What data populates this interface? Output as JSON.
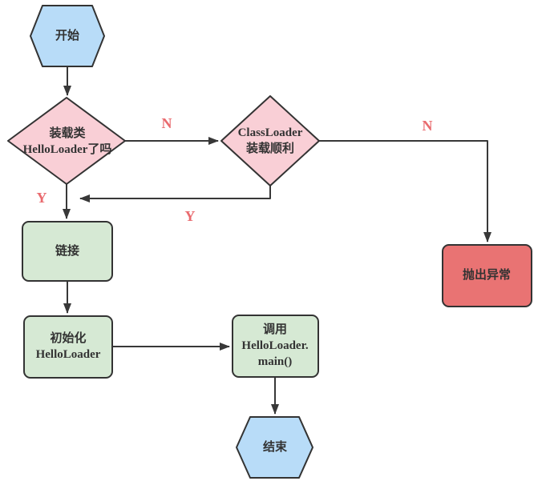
{
  "diagram": {
    "type": "flowchart",
    "topic": "class loading process",
    "colors": {
      "start_end_fill": "#b8dcf8",
      "decision_fill": "#f9cfd6",
      "process_fill": "#d6e9d4",
      "exception_fill": "#e97373",
      "stroke": "#383838",
      "text": "#333333",
      "edge_label_text": "#e96a6e",
      "background": "#ffffff"
    },
    "nodes": {
      "start": {
        "label": "开始"
      },
      "check_loaded": {
        "line1": "装载类",
        "line2": "HelloLoader了吗"
      },
      "classloader_ok": {
        "line1": "ClassLoader",
        "line2": "装载顺利"
      },
      "link": {
        "label": "链接"
      },
      "initialize": {
        "line1": "初始化",
        "line2": "HelloLoader"
      },
      "invoke_main": {
        "line1": "调用",
        "line2": "HelloLoader.",
        "line3": "main()"
      },
      "throw_exception": {
        "label": "抛出异常"
      },
      "end": {
        "label": "结束"
      }
    },
    "edge_labels": {
      "n_check_to_classloader": "N",
      "n_classloader_to_exception": "N",
      "y_check_to_link": "Y",
      "y_classloader_to_link": "Y"
    }
  }
}
